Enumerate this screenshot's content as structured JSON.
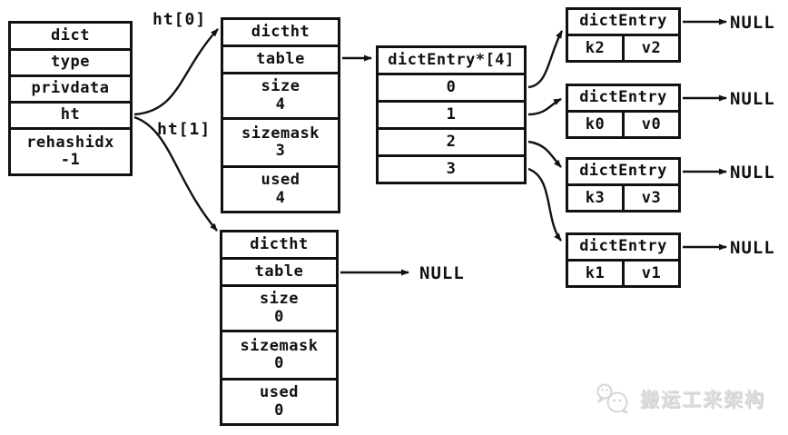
{
  "dict_box": {
    "title": "dict",
    "type_label": "type",
    "privdata_label": "privdata",
    "ht_label": "ht",
    "rehashidx_label": "rehashidx",
    "rehashidx_value": "-1"
  },
  "pointer_labels": {
    "ht0": "ht[0]",
    "ht1": "ht[1]"
  },
  "dictht_active": {
    "title": "dictht",
    "table_label": "table",
    "size_label": "size",
    "size_value": "4",
    "sizemask_label": "sizemask",
    "sizemask_value": "3",
    "used_label": "used",
    "used_value": "4"
  },
  "entry_array": {
    "title": "dictEntry*[4]",
    "slots": [
      "0",
      "1",
      "2",
      "3"
    ]
  },
  "entries": [
    {
      "title": "dictEntry",
      "key": "k2",
      "value": "v2",
      "next": "NULL"
    },
    {
      "title": "dictEntry",
      "key": "k0",
      "value": "v0",
      "next": "NULL"
    },
    {
      "title": "dictEntry",
      "key": "k3",
      "value": "v3",
      "next": "NULL"
    },
    {
      "title": "dictEntry",
      "key": "k1",
      "value": "v1",
      "next": "NULL"
    }
  ],
  "dictht_empty": {
    "title": "dictht",
    "table_label": "table",
    "table_next": "NULL",
    "size_label": "size",
    "size_value": "0",
    "sizemask_label": "sizemask",
    "sizemask_value": "0",
    "used_label": "used",
    "used_value": "0"
  },
  "watermark": {
    "text": "搬运工来架构"
  },
  "colors": {
    "line": "#111111",
    "watermark": "#d9d9d9"
  }
}
